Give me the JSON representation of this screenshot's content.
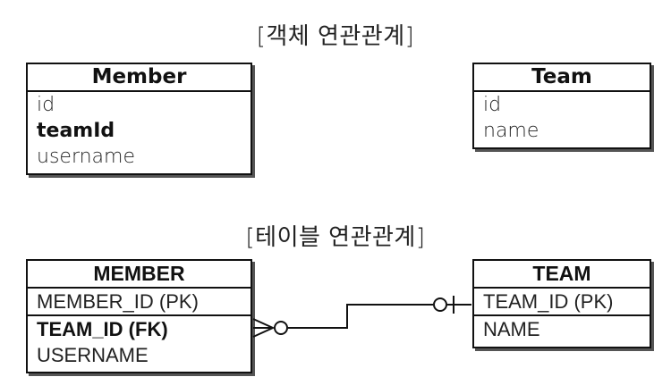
{
  "object_section": {
    "title": "[객체 연관관계]",
    "member": {
      "name": "Member",
      "fields": [
        "id",
        "teamId",
        "username"
      ]
    },
    "team": {
      "name": "Team",
      "fields": [
        "id",
        "name"
      ]
    }
  },
  "table_section": {
    "title": "[테이블 연관관계]",
    "member": {
      "name": "MEMBER",
      "columns": [
        "MEMBER_ID (PK)",
        "TEAM_ID (FK)",
        "USERNAME"
      ]
    },
    "team": {
      "name": "TEAM",
      "columns": [
        "TEAM_ID (PK)",
        "NAME"
      ]
    }
  }
}
